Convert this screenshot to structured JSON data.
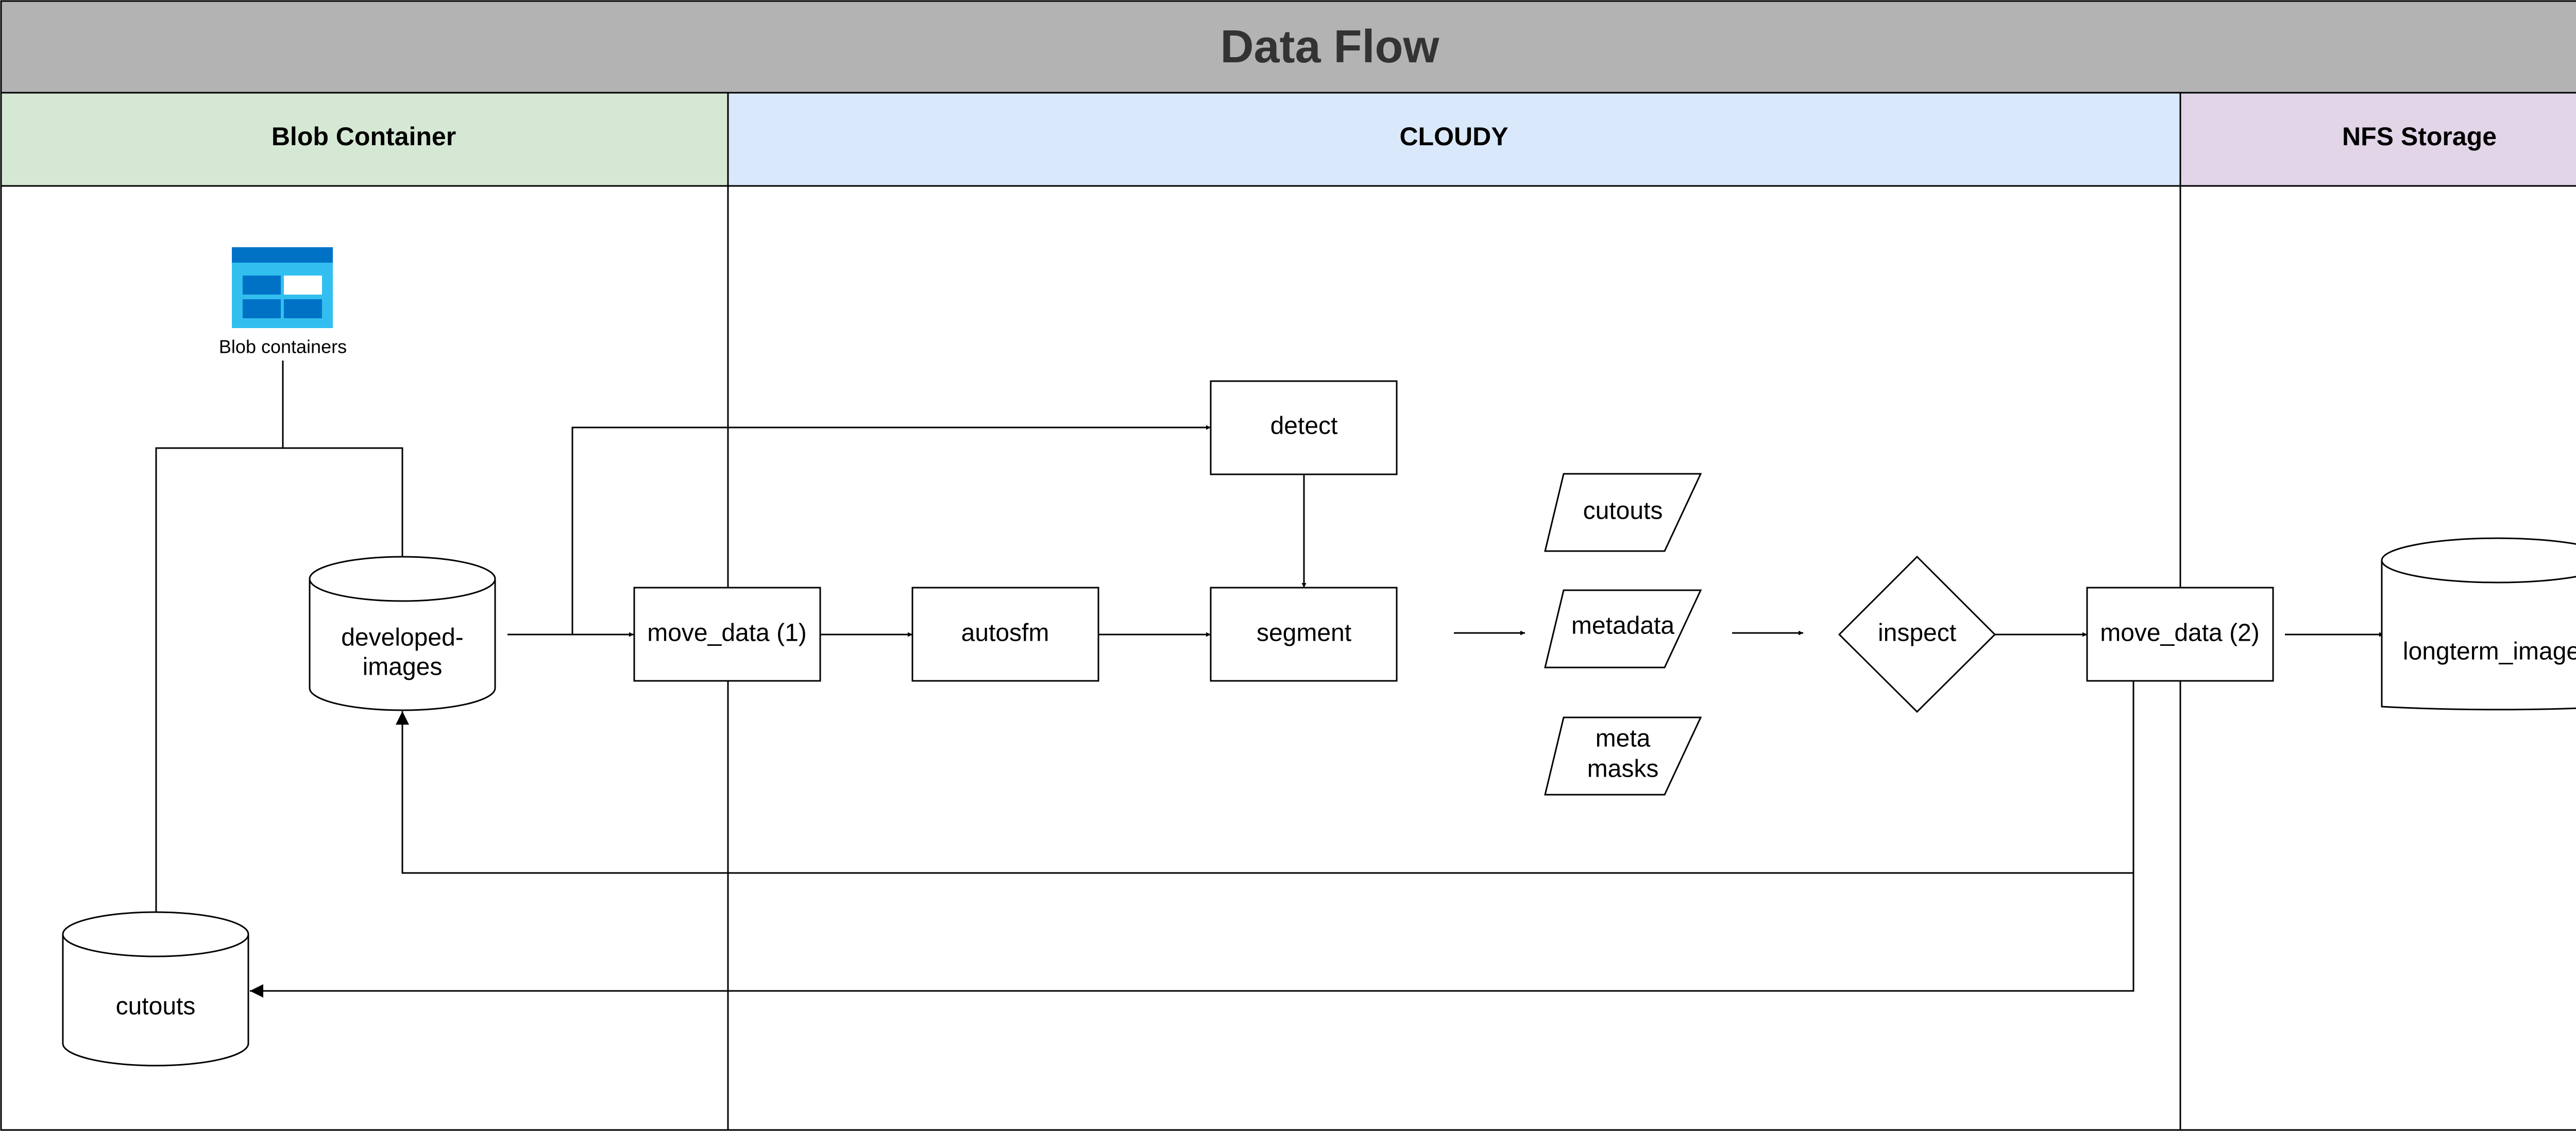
{
  "title": "Data Flow",
  "lanes": {
    "blob": {
      "label": "Blob Container",
      "color": "#d5e8d4"
    },
    "cloudy": {
      "label": "CLOUDY",
      "color": "#dae8fc"
    },
    "nfs": {
      "label": "NFS Storage",
      "color": "#e1d5e7"
    }
  },
  "header_color": "#b3b3b3",
  "icon": {
    "name": "blob-containers-icon",
    "label": "Blob containers",
    "color_dark": "#0072c6",
    "color_light": "#32bfef"
  },
  "nodes": {
    "developed_images": {
      "line1": "developed-",
      "line2": "images"
    },
    "cutouts_store": "cutouts",
    "move_data_1": "move_data (1)",
    "autosfm": "autosfm",
    "detect": "detect",
    "segment": "segment",
    "cutouts_output": "cutouts",
    "metadata_output": "metadata",
    "meta_masks_output": {
      "line1": "meta",
      "line2": "masks"
    },
    "inspect": "inspect",
    "move_data_2": "move_data (2)",
    "longterm_images": "longterm_images"
  }
}
